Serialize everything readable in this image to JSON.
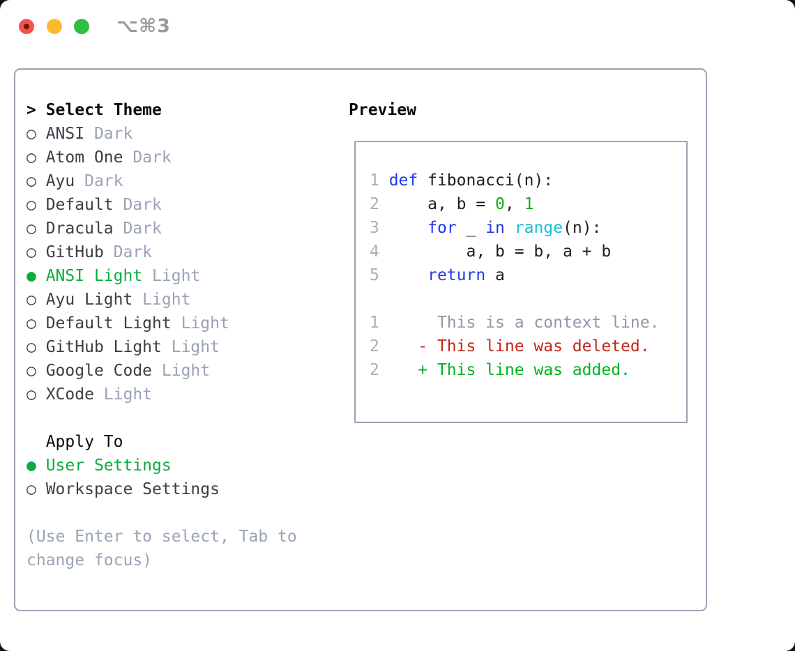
{
  "titlebar": {
    "shortcut": "⌥⌘3",
    "buttons": [
      "close",
      "minimize",
      "zoom"
    ]
  },
  "theme_panel": {
    "header": {
      "marker": ">",
      "label": "Select Theme"
    },
    "items": [
      {
        "name": "ANSI",
        "variant": "Dark",
        "selected": false
      },
      {
        "name": "Atom One",
        "variant": "Dark",
        "selected": false
      },
      {
        "name": "Ayu",
        "variant": "Dark",
        "selected": false
      },
      {
        "name": "Default",
        "variant": "Dark",
        "selected": false
      },
      {
        "name": "Dracula",
        "variant": "Dark",
        "selected": false
      },
      {
        "name": "GitHub",
        "variant": "Dark",
        "selected": false
      },
      {
        "name": "ANSI Light",
        "variant": "Light",
        "selected": true
      },
      {
        "name": "Ayu Light",
        "variant": "Light",
        "selected": false
      },
      {
        "name": "Default Light",
        "variant": "Light",
        "selected": false
      },
      {
        "name": "GitHub Light",
        "variant": "Light",
        "selected": false
      },
      {
        "name": "Google Code",
        "variant": "Light",
        "selected": false
      },
      {
        "name": "XCode",
        "variant": "Light",
        "selected": false
      }
    ],
    "markers": {
      "selected": "●",
      "unselected": "○"
    },
    "apply_to": {
      "label": "Apply To",
      "options": [
        {
          "name": "User Settings",
          "selected": true
        },
        {
          "name": "Workspace Settings",
          "selected": false
        }
      ]
    },
    "hint_lines": [
      "(Use Enter to select, Tab to",
      "change focus)"
    ]
  },
  "preview": {
    "label": "Preview",
    "lines": [
      {
        "segs": [
          [
            "num",
            "1 "
          ],
          [
            "kw",
            "def "
          ],
          [
            "txt",
            "fibonacci(n):"
          ]
        ]
      },
      {
        "segs": [
          [
            "num",
            "2 "
          ],
          [
            "txt",
            "    a, b = "
          ],
          [
            "lit",
            "0"
          ],
          [
            "txt",
            ", "
          ],
          [
            "lit",
            "1"
          ]
        ]
      },
      {
        "segs": [
          [
            "num",
            "3 "
          ],
          [
            "txt",
            "    "
          ],
          [
            "kw",
            "for"
          ],
          [
            "txt",
            " _ "
          ],
          [
            "kw",
            "in"
          ],
          [
            "txt",
            " "
          ],
          [
            "type",
            "range"
          ],
          [
            "txt",
            "(n):"
          ]
        ]
      },
      {
        "segs": [
          [
            "num",
            "4 "
          ],
          [
            "txt",
            "        a, b = b, a + b"
          ]
        ]
      },
      {
        "segs": [
          [
            "num",
            "5 "
          ],
          [
            "txt",
            "    "
          ],
          [
            "kw",
            "return"
          ],
          [
            "txt",
            " a"
          ]
        ]
      },
      {
        "segs": []
      },
      {
        "segs": [
          [
            "num",
            "1"
          ],
          [
            "ctx",
            "      This is a context line."
          ]
        ]
      },
      {
        "segs": [
          [
            "num",
            "2"
          ],
          [
            "del",
            "    - This line was deleted."
          ]
        ]
      },
      {
        "segs": [
          [
            "num",
            "2"
          ],
          [
            "add",
            "    + This line was added."
          ]
        ]
      }
    ]
  },
  "colors": {
    "border": "#99a3b2",
    "header": "#0d0d0d",
    "item": "#3a3f46",
    "muted": "#99a3b4",
    "selected": "#0cab3f",
    "num": "#a7afbc",
    "code": "#1f1f1f",
    "kw": "#2138e8",
    "lit": "#11b011",
    "type": "#16bed6",
    "ctx": "#8f99a7",
    "del": "#c4271b",
    "add": "#00b41e",
    "shortcut": "#9b9b9b",
    "light_red": "#f4544c",
    "light_yellow": "#fcbb2d",
    "light_green": "#2ebf41"
  }
}
